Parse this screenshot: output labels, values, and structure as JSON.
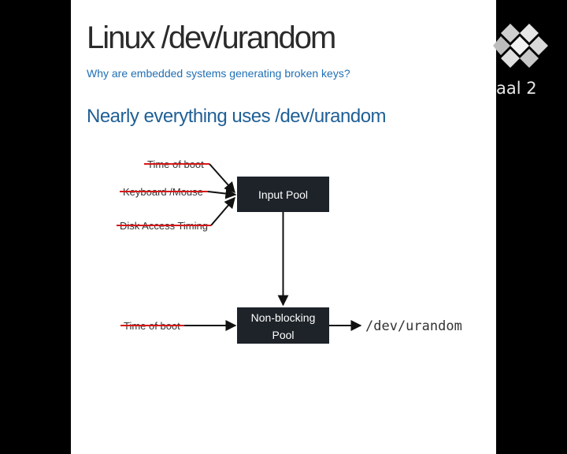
{
  "slide": {
    "title": "Linux /dev/urandom",
    "subtitle": "Why are embedded systems generating broken keys?",
    "heading": "Nearly everything uses /dev/urandom"
  },
  "diagram": {
    "sources": [
      {
        "label": "Time of boot",
        "struck": true
      },
      {
        "label": "Keyboard /Mouse",
        "struck": true
      },
      {
        "label": "Disk Access Timing",
        "struck": true
      }
    ],
    "input_pool": "Input Pool",
    "nonblocking_pool": {
      "line1": "Non-blocking",
      "line2": "Pool"
    },
    "nonblocking_source": {
      "label": "Time of boot",
      "struck": true
    },
    "output": "/dev/urandom"
  },
  "overlay": {
    "channel_text": "aal 2",
    "logo_icon": "broadcaster-logo-icon"
  },
  "colors": {
    "title": "#2b2b2b",
    "subtitle": "#1f6fb5",
    "heading": "#1f5f96",
    "box_fill": "#1d2329",
    "strike": "#d81818",
    "background": "#000000"
  }
}
